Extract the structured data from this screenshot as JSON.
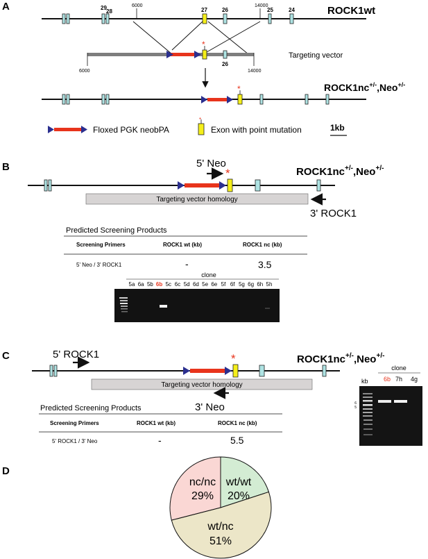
{
  "colors": {
    "exon": "#aee3e3",
    "exon_mut": "#f5ef1a",
    "cassette": "#e8341c",
    "loxp": "#2b2f8f",
    "asterisk": "#e8341c",
    "homology": "#d7d4d4",
    "pie_nc_nc": "#fad7d4",
    "pie_wt_wt": "#d3ecd3",
    "pie_wt_nc": "#ece6c8",
    "highlight_lane": "#e8341c"
  },
  "panelA": {
    "label": "A",
    "wt_name": "ROCK1wt",
    "exon_labels": [
      "29",
      "28",
      "27",
      "26",
      "25",
      "24"
    ],
    "pos_6000": "6000",
    "pos_14000": "14000",
    "vector_label": "Targeting vector",
    "vector_exon": "26",
    "vector_left": "6000",
    "vector_right": "14000",
    "mutant_name": "ROCK1nc",
    "mutant_sup1": "+/-",
    "mutant_neo": ",Neo",
    "mutant_sup2": "+/-",
    "legend_cassette": "Floxed PGK neobPA",
    "legend_exon": "Exon with point mutation",
    "scale_label": "1kb"
  },
  "panelB": {
    "label": "B",
    "primer_f": "5' Neo",
    "primer_r": "3' ROCK1",
    "homology": "Targeting vector homology",
    "mutant_name": "ROCK1nc",
    "sup1": "+/-",
    "neo": ",Neo",
    "sup2": "+/-",
    "table": {
      "title": "Predicted Screening Products",
      "headers": [
        "Screening Primers",
        "ROCK1 wt (kb)",
        "ROCK1 nc (kb)"
      ],
      "row": [
        "5' Neo / 3' ROCK1",
        "-",
        "3.5"
      ]
    },
    "gel": {
      "title": "clone",
      "lanes": [
        "5a",
        "6a",
        "5b",
        "6b",
        "5c",
        "6c",
        "5d",
        "6d",
        "5e",
        "6e",
        "5f",
        "6f",
        "5g",
        "6g",
        "6h",
        "5h"
      ],
      "highlight": "6b"
    }
  },
  "panelC": {
    "label": "C",
    "primer_f": "5' ROCK1",
    "primer_r": "3' Neo",
    "homology": "Targeting vector homology",
    "mutant_name": "ROCK1nc",
    "sup1": "+/-",
    "neo": ",Neo",
    "sup2": "+/-",
    "table": {
      "title": "Predicted Screening Products",
      "headers": [
        "Screening Primers",
        "ROCK1 wt (kb)",
        "ROCK1 nc (kb)"
      ],
      "row": [
        "5' ROCK1 / 3' Neo",
        "-",
        "5.5"
      ]
    },
    "gel": {
      "title": "clone",
      "kb_label": "kb",
      "lanes": [
        "6b",
        "7h",
        "4g"
      ],
      "highlight": "6b",
      "markers": [
        "6",
        "5"
      ]
    }
  },
  "panelD": {
    "label": "D",
    "slices": [
      {
        "genotype": "nc/nc",
        "percent": "29%",
        "value": 29
      },
      {
        "genotype": "wt/wt",
        "percent": "20%",
        "value": 20
      },
      {
        "genotype": "wt/nc",
        "percent": "51%",
        "value": 51
      }
    ]
  }
}
